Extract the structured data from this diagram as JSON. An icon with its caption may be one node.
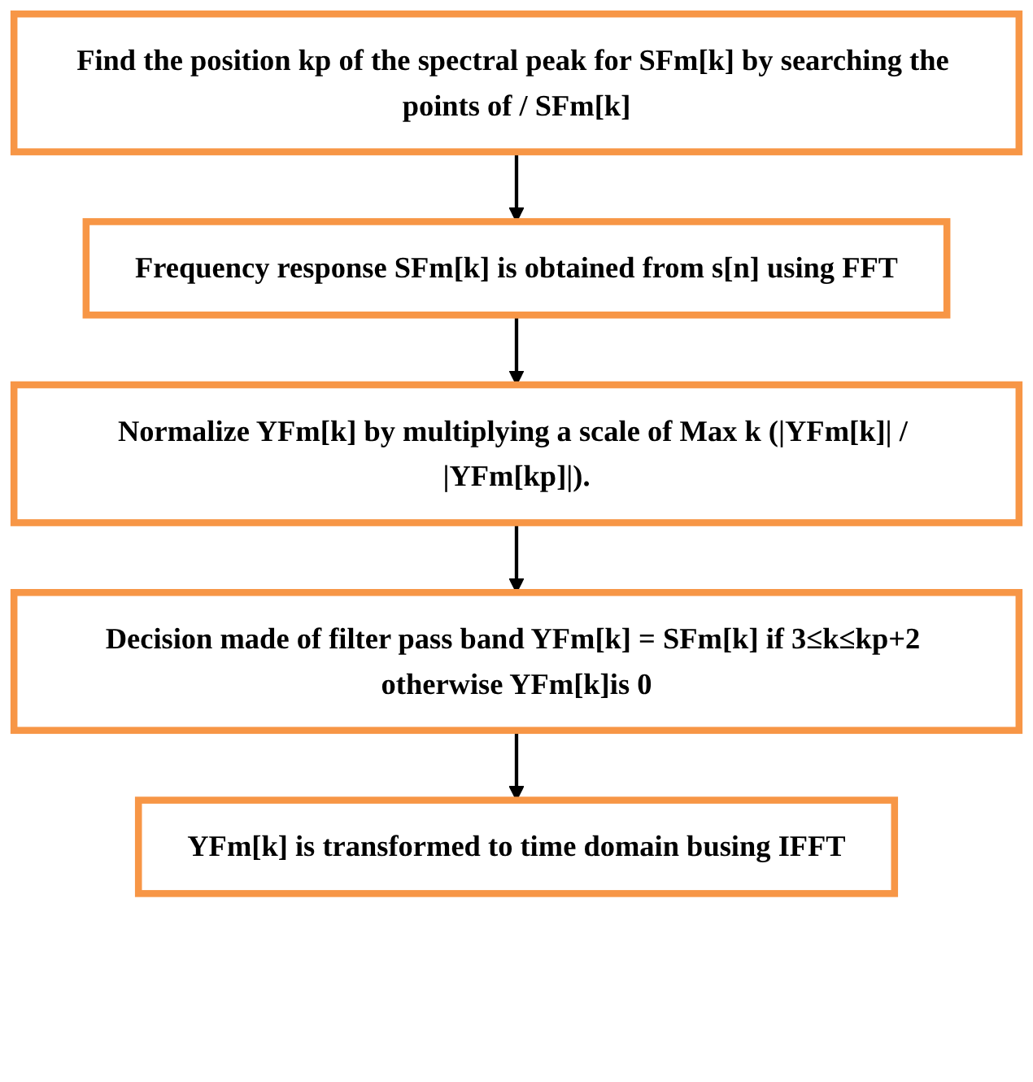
{
  "diagram": {
    "nodes": [
      {
        "text": [
          "Find the position kp of the spectral peak for SFm[k] by searching the points of / SFm[k]"
        ]
      },
      {
        "text": [
          "Frequency response SFm[k] is obtained from s[n] using FFT"
        ]
      },
      {
        "text": [
          "Normalize YFm[k] by multiplying a scale of Max k (|YFm[k]| / |YFm[kp]|)."
        ]
      },
      {
        "text": [
          "Decision made of filter pass band YFm[k] = SFm[k] if 3≤k≤kp+2 otherwise YFm[k]is 0"
        ]
      },
      {
        "text": [
          "YFm[k] is transformed to time domain busing IFFT"
        ]
      }
    ],
    "edges": [
      {
        "from": 0,
        "to": 1,
        "arrow": "to"
      },
      {
        "from": 1,
        "to": 2,
        "arrow": "to"
      },
      {
        "from": 2,
        "to": 3,
        "arrow": "to"
      },
      {
        "from": 3,
        "to": 4,
        "arrow": "to"
      }
    ]
  }
}
